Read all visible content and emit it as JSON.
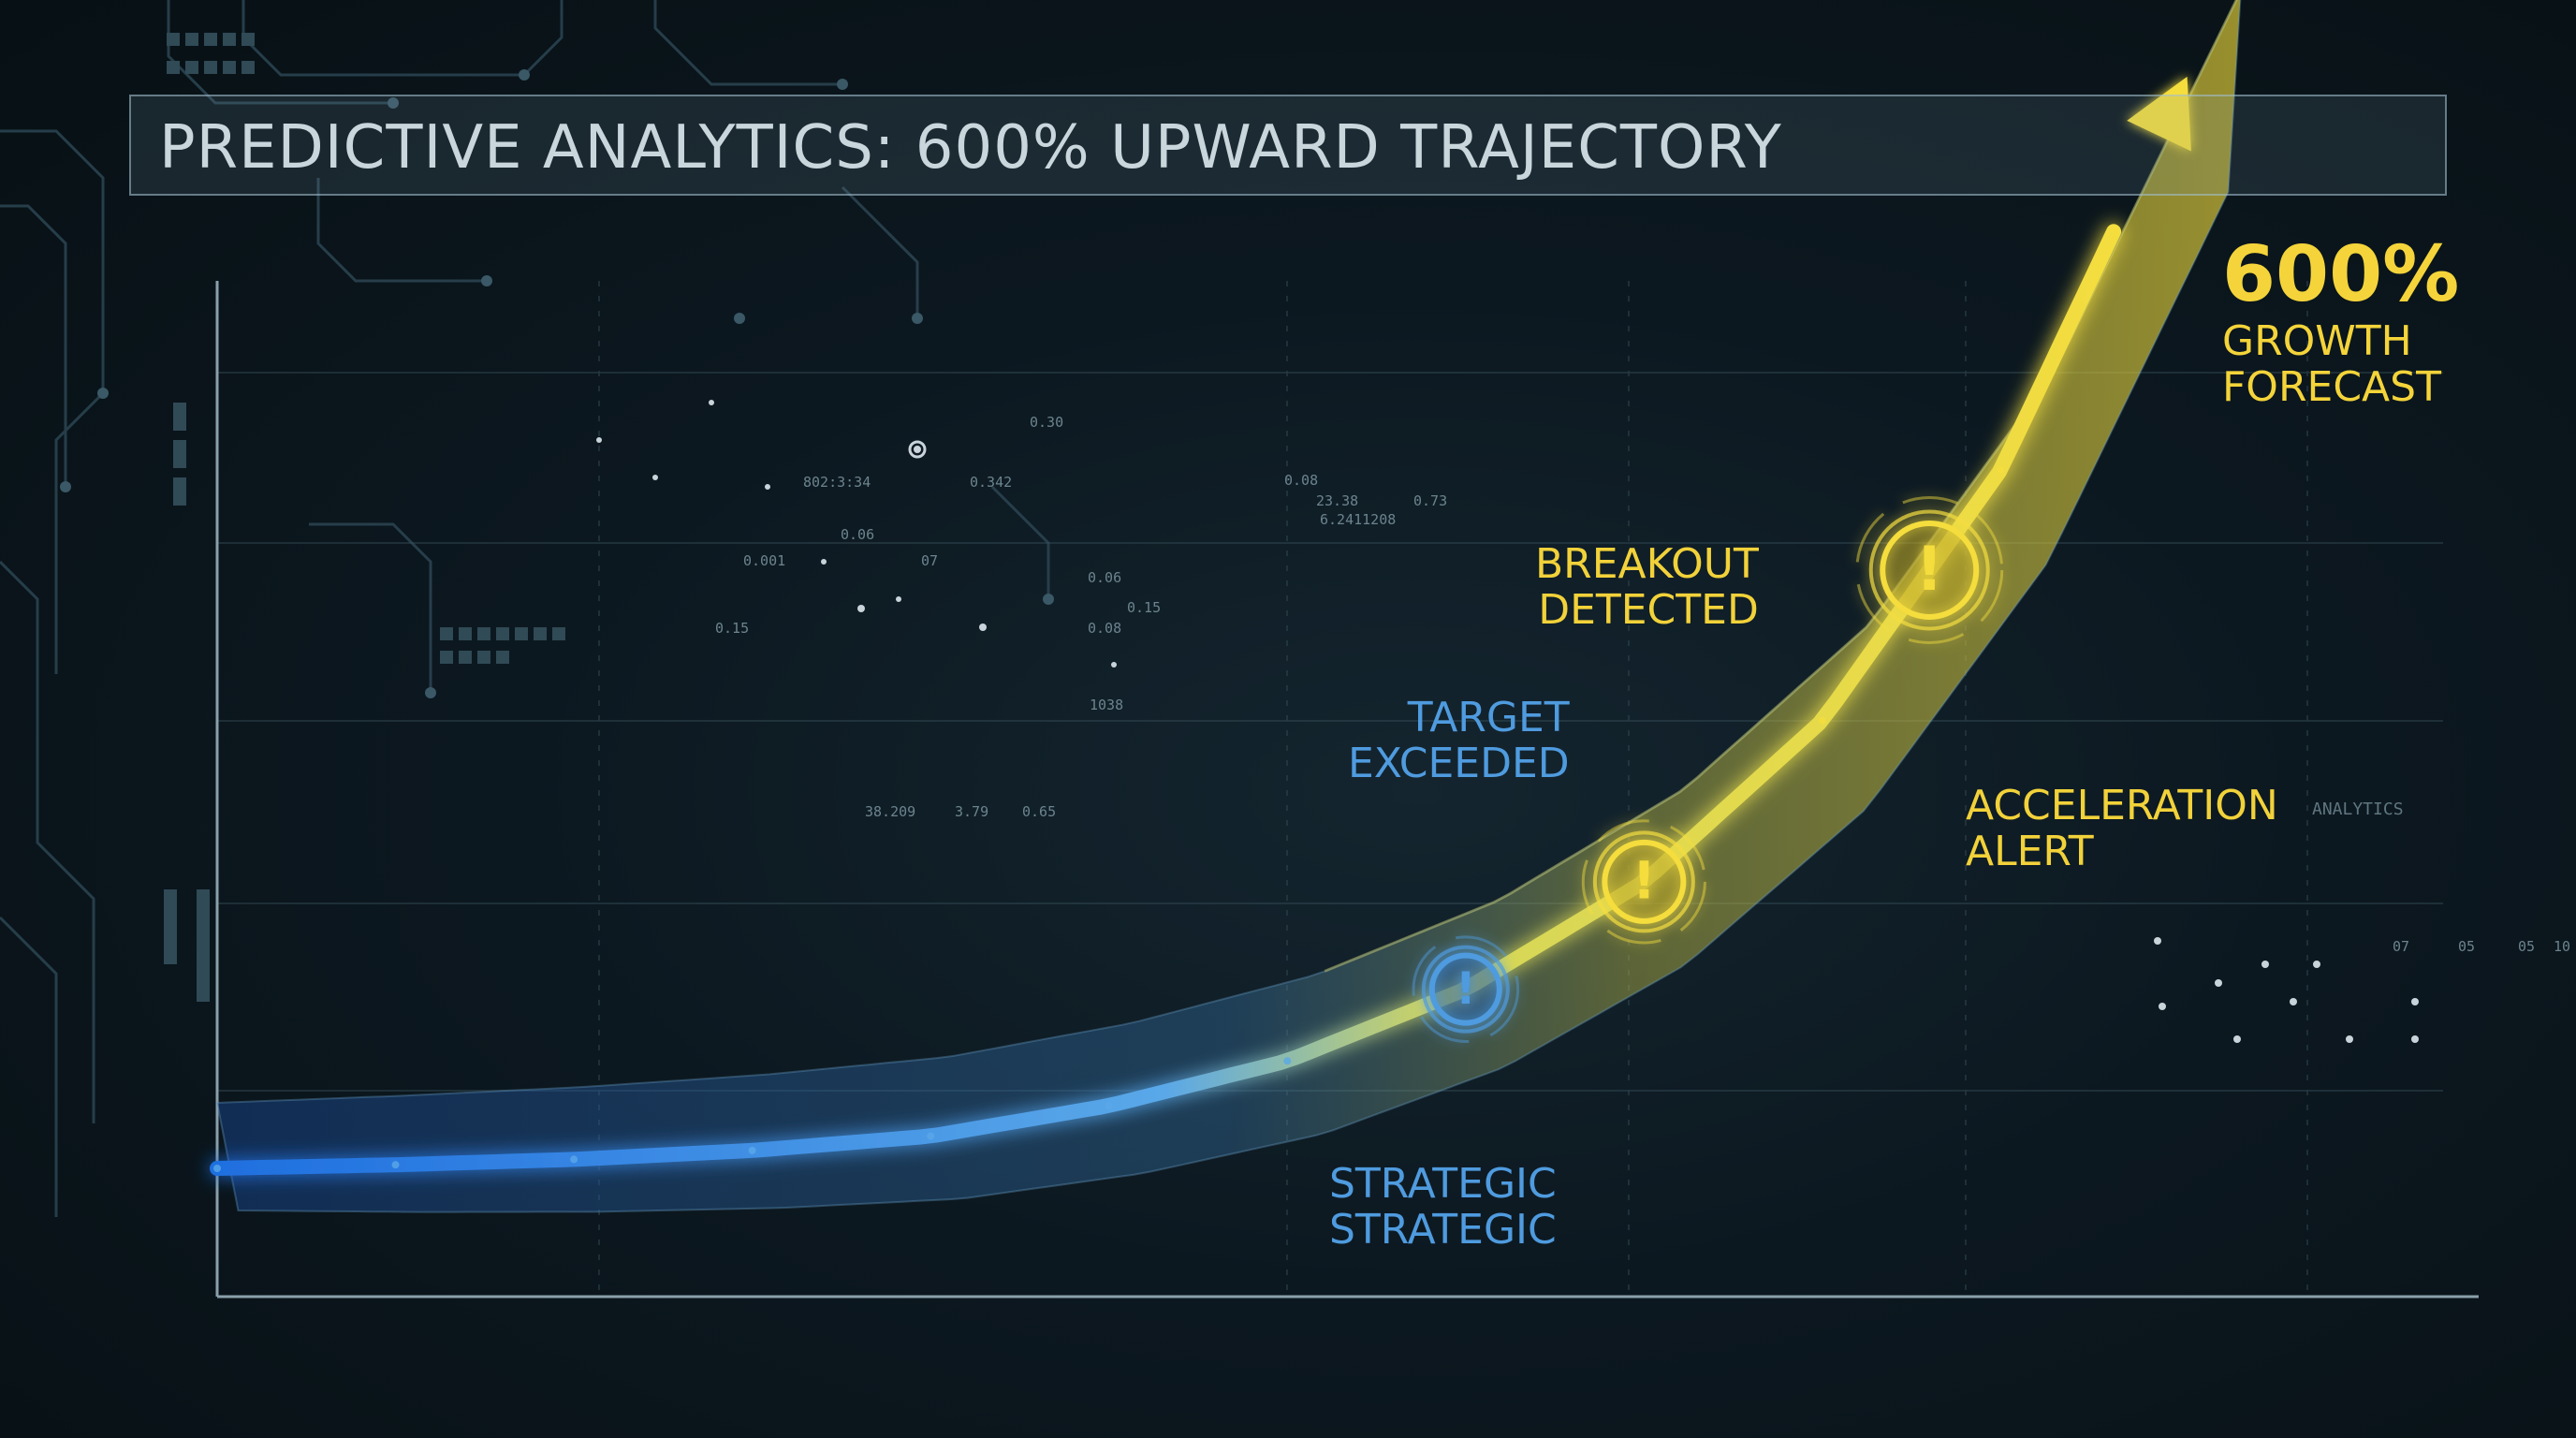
{
  "title": "PREDICTIVE ANALYTICS: 600% UPWARD TRAJECTORY",
  "colors": {
    "background": "#0c1820",
    "trajectory_low": "#1f6fe0",
    "trajectory_high": "#f4dd3e",
    "accent_yellow": "#f2d23a",
    "accent_blue": "#4f9bdf"
  },
  "forecast": {
    "value": "600%",
    "line1": "GROWTH",
    "line2": "FORECAST",
    "arrow_icon": "arrow-up-right-icon"
  },
  "callouts": {
    "strategic": {
      "line1": "STRATEGIC",
      "line2": "STRATEGIC",
      "icon": "exclamation-icon"
    },
    "target": {
      "line1": "TARGET",
      "line2": "EXCEEDED",
      "icon": "exclamation-icon"
    },
    "acceleration": {
      "line1": "ACCELERATION",
      "line2": "ALERT"
    },
    "breakout": {
      "line1": "BREAKOUT",
      "line2": "DETECTED",
      "icon": "exclamation-icon"
    }
  },
  "decor_readouts": [
    "0.30",
    "0.342",
    "0.06",
    "0.001",
    "07",
    "0.06",
    "0.15",
    "0.08",
    "0.15",
    "1038",
    "38.209",
    "3.79",
    "0.65",
    "0.08",
    "23.38",
    "0.73",
    "6.2411208",
    "802:3:34"
  ],
  "side_label": "ANALYTICS",
  "corner_numbers": [
    "07",
    "05",
    "05",
    "10"
  ],
  "chart_data": {
    "type": "line",
    "title": "PREDICTIVE ANALYTICS: 600% UPWARD TRAJECTORY",
    "xlabel": "",
    "ylabel": "",
    "grid": true,
    "series": [
      {
        "values": [
          0,
          2,
          5,
          10,
          18,
          35,
          60,
          100,
          160,
          250,
          390,
          600
        ]
      }
    ],
    "markers": [
      {
        "label": "STRATEGIC STRATEGIC",
        "index": 7
      },
      {
        "label": "TARGET EXCEEDED",
        "index": 8
      },
      {
        "label": "ACCELERATION ALERT",
        "index": 9
      },
      {
        "label": "BREAKOUT DETECTED",
        "index": 9.6
      }
    ],
    "annotation": "600% GROWTH FORECAST"
  }
}
